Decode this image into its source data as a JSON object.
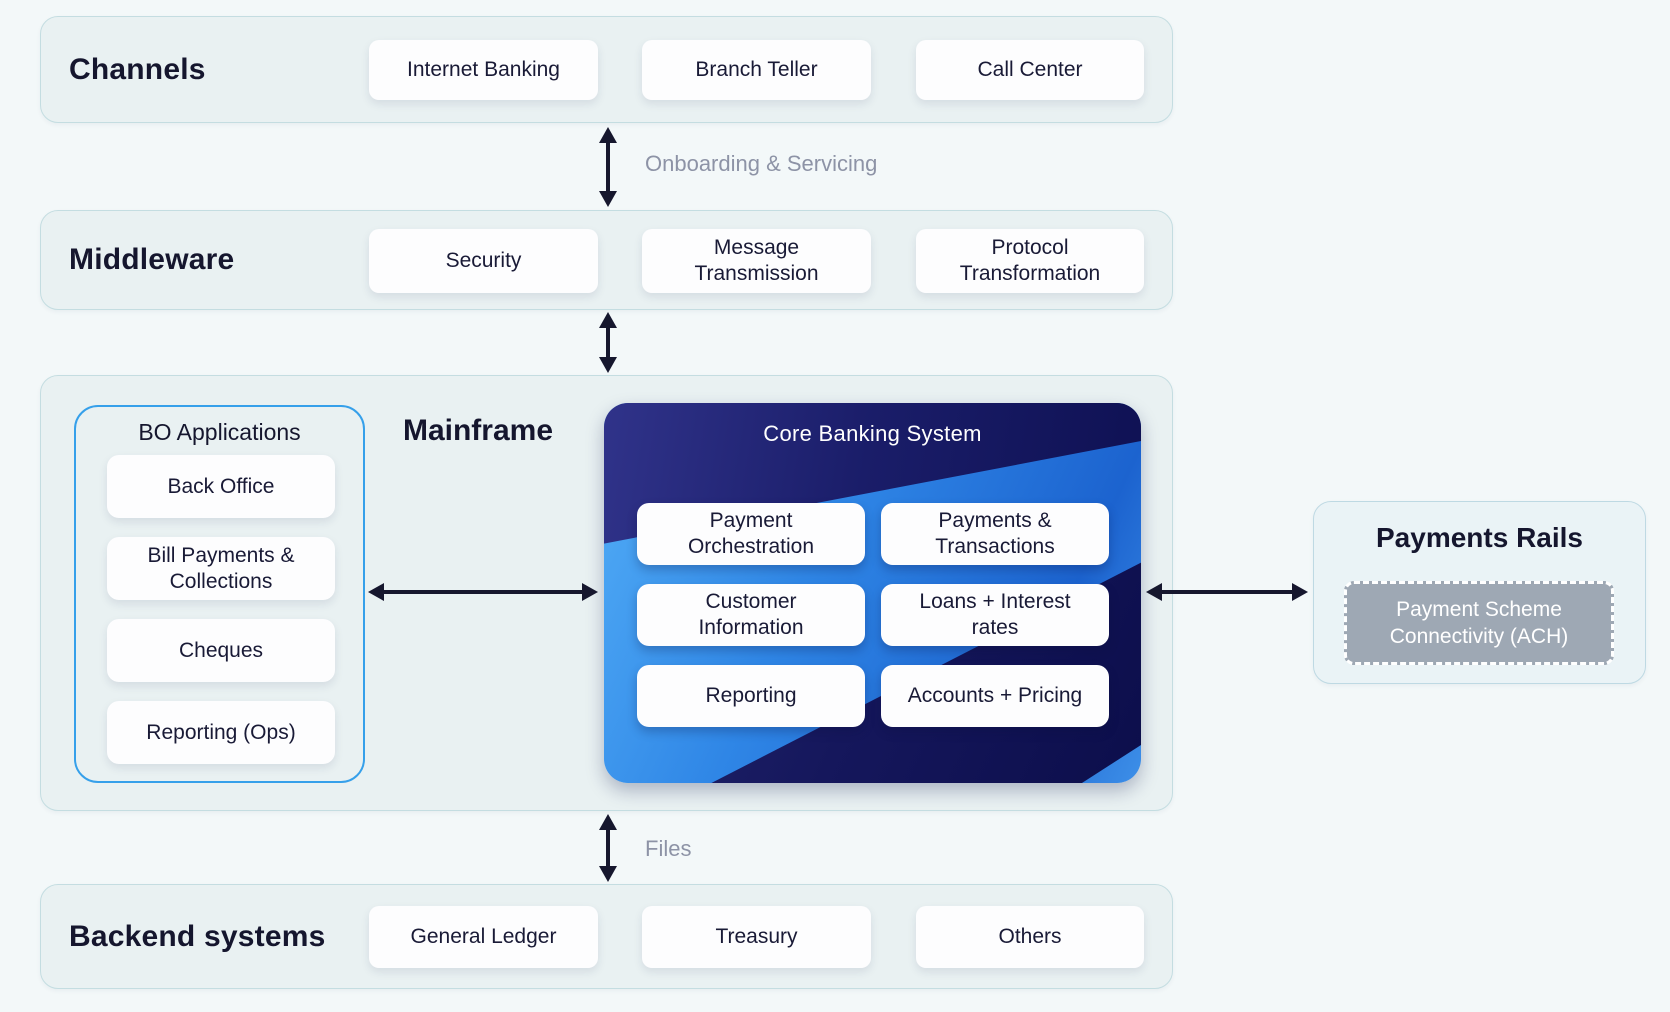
{
  "channels": {
    "label": "Channels",
    "cards": [
      "Internet Banking",
      "Branch Teller",
      "Call Center"
    ]
  },
  "middleware": {
    "label": "Middleware",
    "cards": [
      "Security",
      "Message Transmission",
      "Protocol Transformation"
    ]
  },
  "mainframe": {
    "label": "Mainframe",
    "bo": {
      "label": "BO Applications",
      "cards": [
        "Back Office",
        "Bill Payments & Collections",
        "Cheques",
        "Reporting (Ops)"
      ]
    },
    "core": {
      "label": "Core Banking System",
      "cards": [
        "Payment Orchestration",
        "Payments & Transactions",
        "Customer Information",
        "Loans + Interest rates",
        "Reporting",
        "Accounts + Pricing"
      ]
    }
  },
  "rails": {
    "label": "Payments Rails",
    "card": "Payment Scheme Connectivity (ACH)"
  },
  "backend": {
    "label": "Backend systems",
    "cards": [
      "General Ledger",
      "Treasury",
      "Others"
    ]
  },
  "connectors": {
    "onboarding": "Onboarding & Servicing",
    "files": "Files"
  },
  "colors": {
    "accent_blue": "#36a0ea",
    "core_navy": "#111352",
    "core_bright_blue": "#2f86e6",
    "arrow": "#16172e",
    "muted_label": "#8d93a6",
    "scheme_gray": "#9ea8b4",
    "panel_bg": "#e9f1f2"
  }
}
